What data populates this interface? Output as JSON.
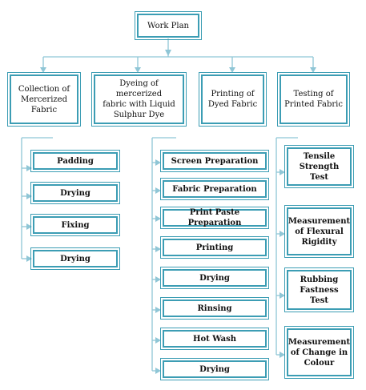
{
  "root": {
    "label": "Work Plan"
  },
  "sections": [
    {
      "label": "Collection of\nMercerized\nFabric",
      "steps": [
        "Padding",
        "Drying",
        "Fixing",
        "Drying"
      ]
    },
    {
      "label": "Dyeing of mercerized\nfabric with Liquid\nSulphur Dye",
      "steps": [
        "Screen Preparation",
        "Fabric Preparation",
        "Print Paste Preparation",
        "Printing",
        "Drying",
        "Rinsing",
        "Hot Wash",
        "Drying"
      ]
    },
    {
      "label": "Printing of\nDyed Fabric",
      "steps": []
    },
    {
      "label": "Testing of\nPrinted Fabric",
      "steps": [
        "Tensile\nStrength Test",
        "Measurement\nof Flexural\nRigidity",
        "Rubbing\nFastness Test",
        "Measurement\nof Change in\nColour"
      ]
    }
  ],
  "colors": {
    "border": "#3c9db4",
    "connector": "#8fc6d6"
  }
}
